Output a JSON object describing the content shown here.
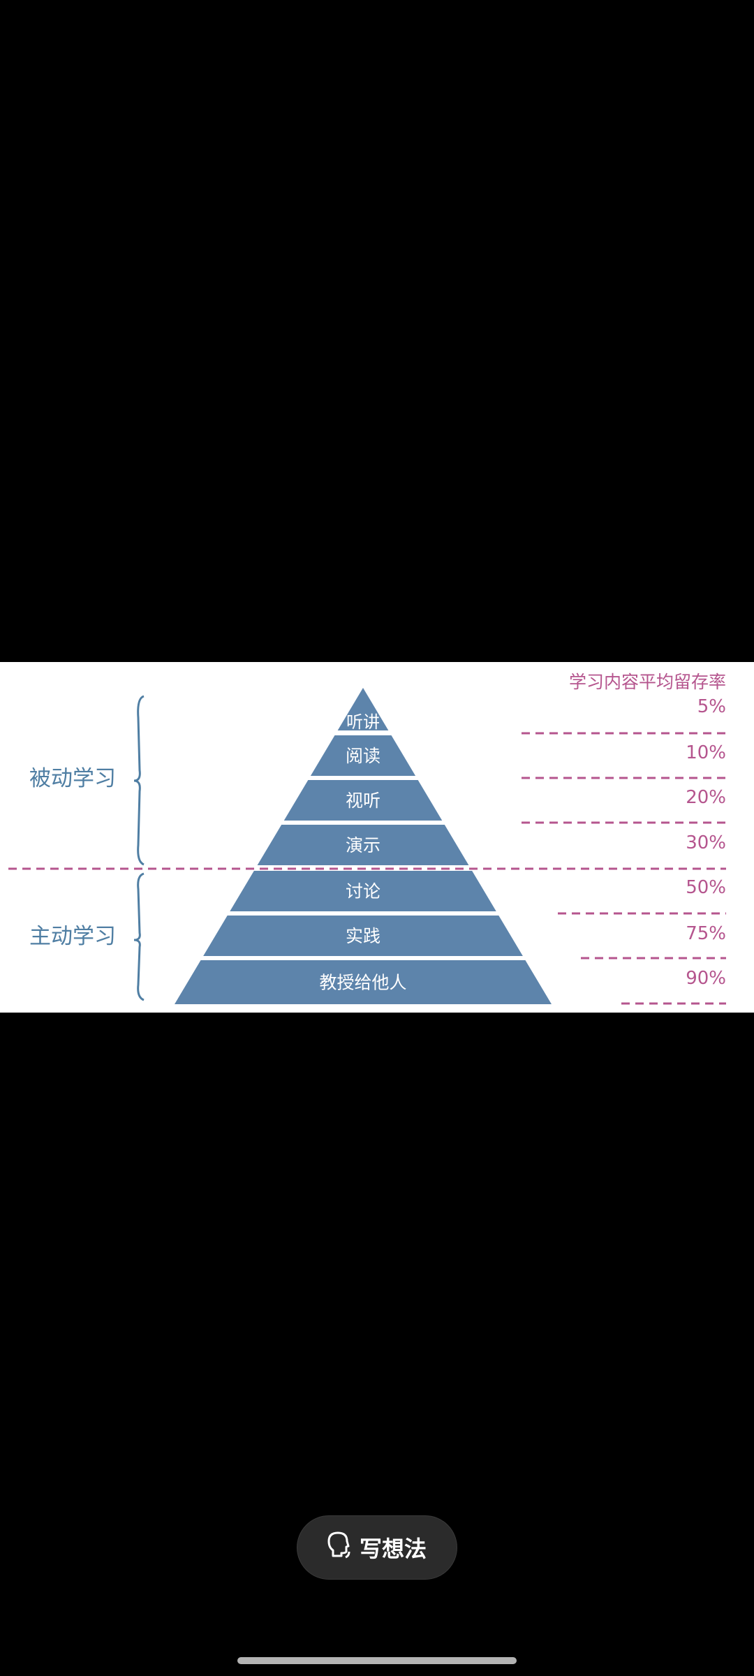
{
  "figure": {
    "retention_title": "学习内容平均留存率",
    "groups": [
      {
        "label": "被动学习"
      },
      {
        "label": "主动学习"
      }
    ],
    "tiers": [
      {
        "label": "听讲",
        "rate": "5%"
      },
      {
        "label": "阅读",
        "rate": "10%"
      },
      {
        "label": "视听",
        "rate": "20%"
      },
      {
        "label": "演示",
        "rate": "30%"
      },
      {
        "label": "讨论",
        "rate": "50%"
      },
      {
        "label": "实践",
        "rate": "75%"
      },
      {
        "label": "教授给他人",
        "rate": "90%"
      }
    ],
    "colors": {
      "pyramid": "#5d84ab",
      "accent": "#b5558e",
      "group_text": "#4f7ea3"
    }
  },
  "action": {
    "write_thought_label": "写想法",
    "icon": "head-outline-icon"
  }
}
